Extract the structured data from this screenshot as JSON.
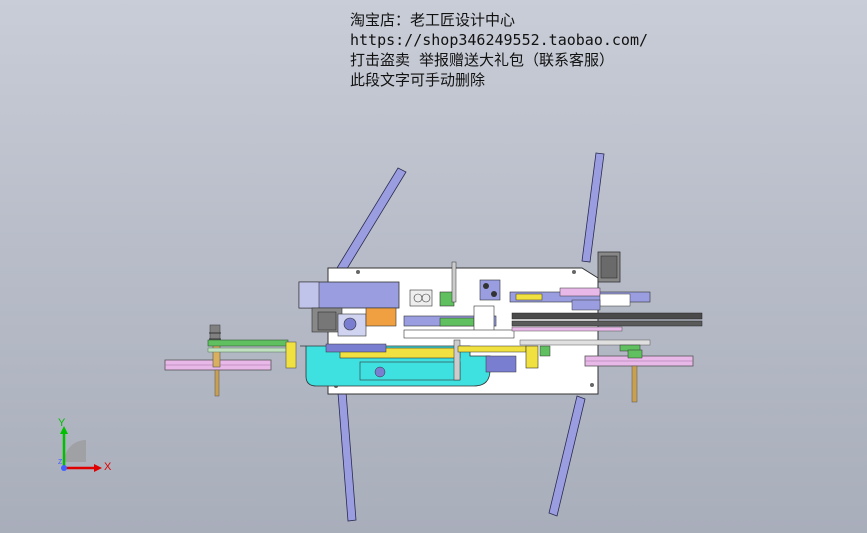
{
  "watermark": {
    "line1": "淘宝店：老工匠设计中心",
    "line2": "https://shop346249552.taobao.com/",
    "line3": "打击盗卖 举报赠送大礼包（联系客服）",
    "line4": "此段文字可手动删除"
  },
  "triad": {
    "y_label": "Y",
    "x_label": "X",
    "z_label": "Z"
  },
  "colors": {
    "background": "#b8bdc9",
    "plate": "#ffffff",
    "cyan": "#3ee0e0",
    "yellow": "#f0e040",
    "lavender": "#9a9ee0",
    "pink": "#e8b8e8",
    "orange": "#f0a040",
    "green": "#60c060",
    "gray": "#707070",
    "axis_y": "#00c000",
    "axis_x": "#e00000",
    "axis_z": "#4060ff"
  }
}
